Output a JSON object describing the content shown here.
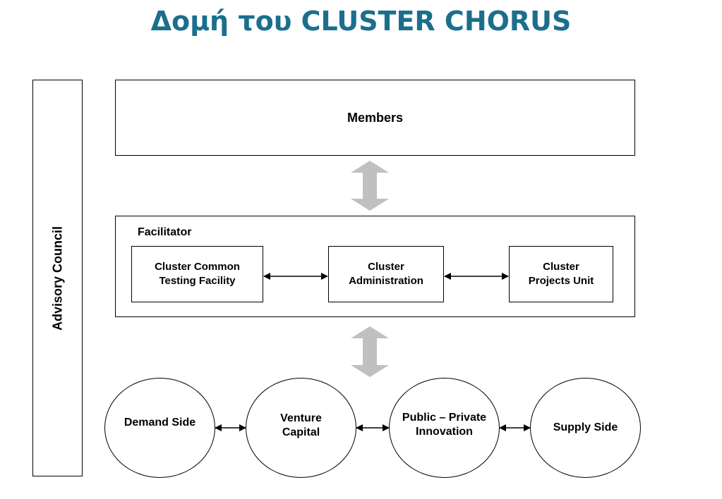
{
  "title": "Δομή του CLUSTER CHORUS",
  "advisory_council": "Advisory Council",
  "members": "Members",
  "facilitator": {
    "label": "Facilitator",
    "units": [
      {
        "label": "Cluster Common\nTesting Facility"
      },
      {
        "label": "Cluster\nAdministration"
      },
      {
        "label": "Cluster\nProjects Unit"
      }
    ]
  },
  "sides": [
    {
      "label": "Demand Side"
    },
    {
      "label": "Venture\nCapital"
    },
    {
      "label": "Public – Private\nInnovation"
    },
    {
      "label": "Supply Side"
    }
  ],
  "colors": {
    "title": "#1b6f8c",
    "big_arrow": "#c0c0c0",
    "line": "#000000"
  }
}
